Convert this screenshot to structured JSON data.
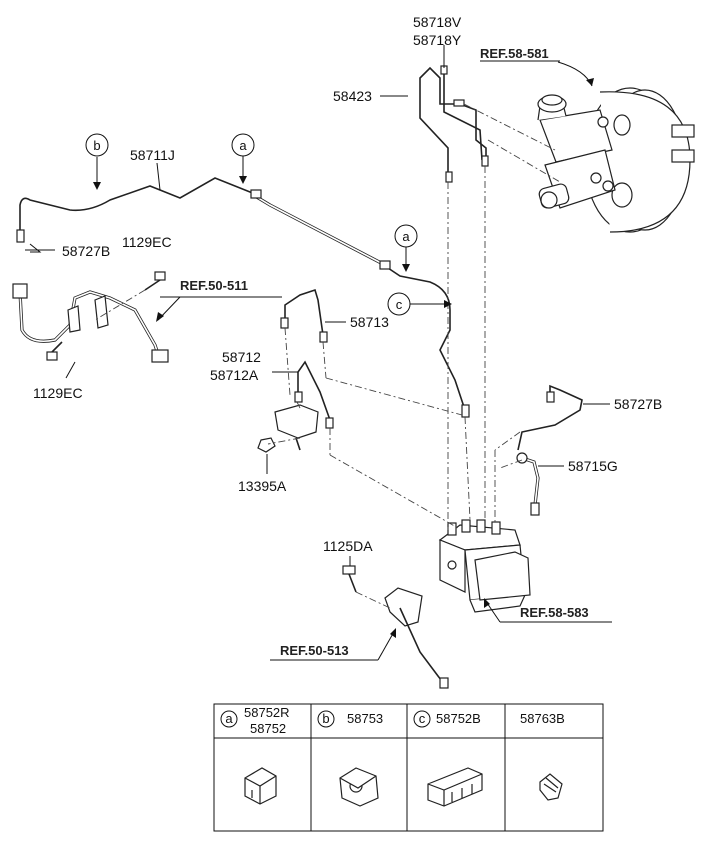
{
  "labels": {
    "p58718V": "58718V",
    "p58718Y": "58718Y",
    "p58423": "58423",
    "ref58581": "REF.58-581",
    "p58711J": "58711J",
    "p58727B_left": "58727B",
    "p1129EC_top": "1129EC",
    "ref50511": "REF.50-511",
    "p58713": "58713",
    "p58712": "58712",
    "p58712A": "58712A",
    "p1129EC_bottom": "1129EC",
    "p13395A": "13395A",
    "p58727B_right": "58727B",
    "p58715G": "58715G",
    "p1125DA": "1125DA",
    "ref58583": "REF.58-583",
    "ref50513": "REF.50-513"
  },
  "callouts": {
    "a_top": "a",
    "b_top": "b",
    "a_mid": "a",
    "c_mid": "c"
  },
  "legend": [
    {
      "letter": "a",
      "parts": [
        "58752R",
        "58752"
      ]
    },
    {
      "letter": "b",
      "parts": [
        "58753"
      ]
    },
    {
      "letter": "c",
      "parts": [
        "58752B"
      ]
    },
    {
      "letter": "",
      "parts": [
        "58763B"
      ]
    }
  ]
}
